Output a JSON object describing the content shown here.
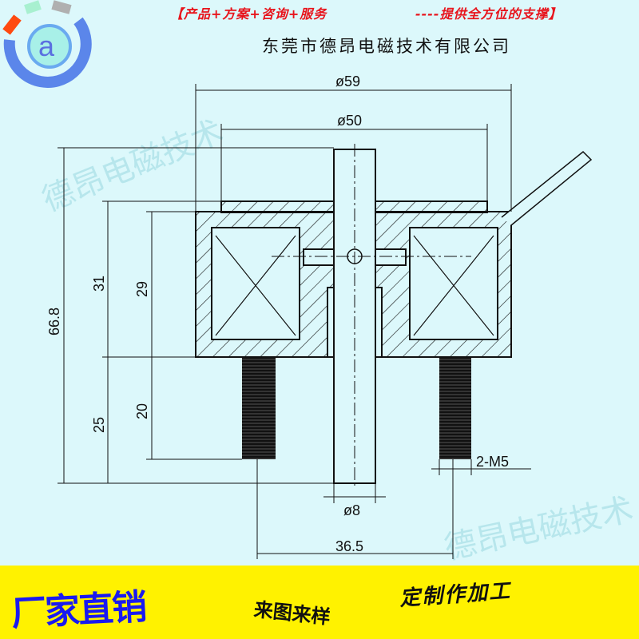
{
  "header": {
    "slogan_left": "【产品+方案+咨询+服务",
    "slogan_right": "----提供全方位的支撑】",
    "company": "东莞市德昂电磁技术有限公司",
    "logo_letter": "a"
  },
  "watermark": "德昂电磁技术",
  "drawing": {
    "dim_outer_diameter": "ø59",
    "dim_cap_diameter": "ø50",
    "dim_total_height": "66.8",
    "dim_body_height": "31",
    "dim_coil_height": "29",
    "dim_shaft_lower": "25",
    "dim_screw_length": "20",
    "dim_shaft_diameter": "ø8",
    "dim_screw_spacing": "36.5",
    "dim_screw_thread": "2-M5"
  },
  "banner": {
    "direct_sale": "厂家直销",
    "samples": "来图来样",
    "custom": "定制作加工"
  },
  "colors": {
    "background": "#dcf8fb",
    "banner": "#fff200",
    "slogan": "#e8141c",
    "direct_sale": "#1a1af0"
  }
}
